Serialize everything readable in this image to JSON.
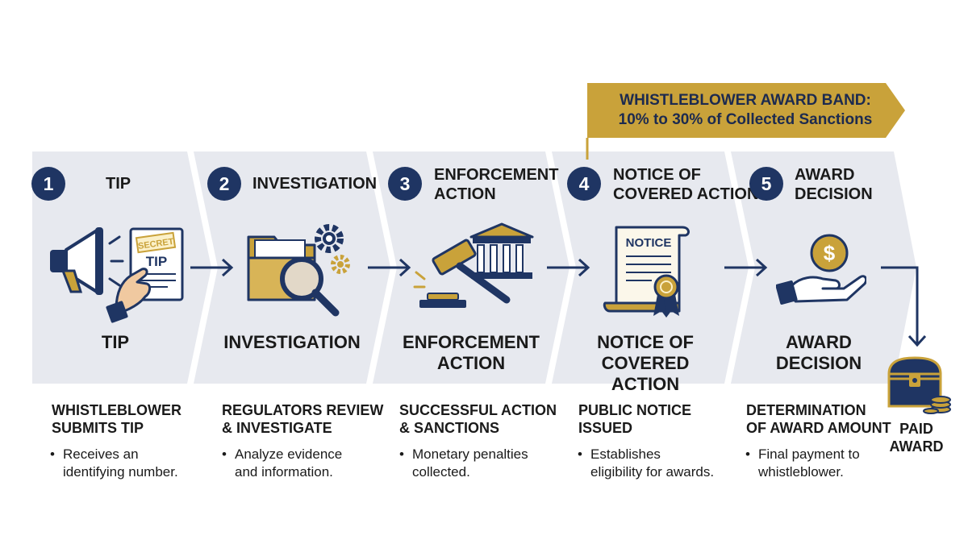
{
  "banner": {
    "line1": "WHISTLEBLOWER AWARD BAND:",
    "line2": "10% to 30% of Collected Sanctions"
  },
  "stages": [
    {
      "number": "1",
      "title": "TIP",
      "caption": "TIP",
      "heading": "WHISTLEBLOWER\nSUBMITS TIP",
      "bullet": "Receives an\nidentifying number.",
      "icon_texts": {
        "stamp": "SECRET",
        "doc": "TIP"
      }
    },
    {
      "number": "2",
      "title": "INVESTIGATION",
      "caption": "INVESTIGATION",
      "heading": "REGULATORS REVIEW\n& INVESTIGATE",
      "bullet": "Analyze evidence\nand information."
    },
    {
      "number": "3",
      "title": "ENFORCEMENT\nACTION",
      "caption": "ENFORCEMENT\nACTION",
      "heading": "SUCCESSFUL ACTION\n& SANCTIONS",
      "bullet": "Monetary penalties\ncollected."
    },
    {
      "number": "4",
      "title": "NOTICE OF\nCOVERED ACTION",
      "caption": "NOTICE OF\nCOVERED ACTION",
      "heading": "PUBLIC NOTICE\nISSUED",
      "bullet": "Establishes\neligibility for awards.",
      "icon_texts": {
        "doc": "NOTICE"
      }
    },
    {
      "number": "5",
      "title": "AWARD\nDECISION",
      "caption": "AWARD\nDECISION",
      "heading": "DETERMINATION\nOF AWARD AMOUNT",
      "bullet": "Final payment to\nwhistleblower.",
      "icon_texts": {
        "coin": "$"
      }
    }
  ],
  "final": {
    "label": "PAID\nAWARD"
  },
  "colors": {
    "navy": "#1f3563",
    "gold": "#c9a23a",
    "band": "#e7e9ef",
    "paper": "#fbf7ea"
  }
}
